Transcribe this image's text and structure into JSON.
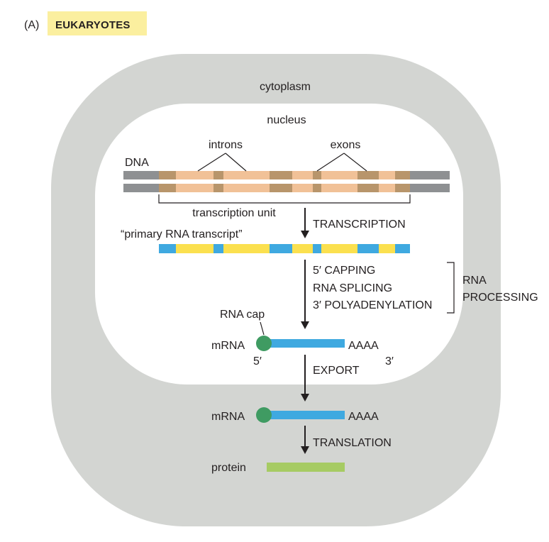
{
  "panel": {
    "label": "(A)",
    "title": "EUKARYOTES",
    "title_bg": "#fbef9f"
  },
  "compartments": {
    "cytoplasm": "cytoplasm",
    "nucleus": "nucleus"
  },
  "dna": {
    "label": "DNA",
    "introns_label": "introns",
    "exons_label": "exons",
    "transcription_unit_label": "transcription unit"
  },
  "rna": {
    "primary_label": "“primary RNA transcript”",
    "cap_label": "RNA cap",
    "mrna_label_nuclear": "mRNA",
    "mrna_label_cytoplasmic": "mRNA",
    "five_prime": "5′",
    "three_prime": "3′",
    "poly_a_nuclear": "AAAA",
    "poly_a_cytoplasmic": "AAAA",
    "protein_label": "protein"
  },
  "steps": {
    "transcription": "TRANSCRIPTION",
    "capping": "5′ CAPPING",
    "splicing": "RNA SPLICING",
    "polyadenylation": "3′ POLYADENYLATION",
    "processing_line1": "RNA",
    "processing_line2": "PROCESSING",
    "export": "EXPORT",
    "translation": "TRANSLATION"
  },
  "colors": {
    "cytoplasm_fill": "#d3d5d2",
    "nucleus_fill": "#ffffff",
    "dna_flank": "#8e9092",
    "exon_dna": "#f1c197",
    "intron_dna": "#b8956b",
    "rna_blue": "#3fa9e0",
    "rna_yellow": "#fbe04f",
    "cap_green": "#3f9b62",
    "protein_green": "#a6cb63",
    "arrow": "#231f20"
  }
}
